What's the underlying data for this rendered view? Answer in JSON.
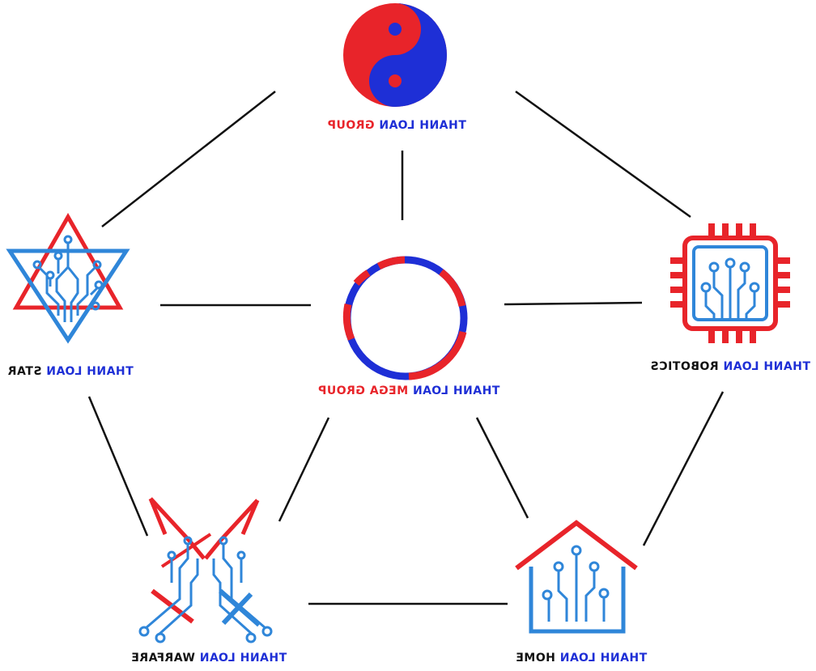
{
  "colors": {
    "red": "#e8242a",
    "blue": "#1e2fd6",
    "light_blue": "#2f86d9",
    "line": "#111111",
    "black_text": "#111111"
  },
  "nodes": {
    "group": {
      "icon": "yin-yang-icon",
      "label": [
        {
          "text": "THANH",
          "color": "blue"
        },
        {
          "text": " LOAN ",
          "color": "blue"
        },
        {
          "text": "GROUP",
          "color": "red"
        }
      ]
    },
    "mega": {
      "icon": "ring-icon",
      "label": [
        {
          "text": "THANH",
          "color": "blue"
        },
        {
          "text": " LOAN ",
          "color": "blue"
        },
        {
          "text": "MEGA GROUP",
          "color": "red"
        }
      ]
    },
    "star": {
      "icon": "circuit-star-icon",
      "label": [
        {
          "text": "THANH",
          "color": "blue"
        },
        {
          "text": " LOAN ",
          "color": "blue"
        },
        {
          "text": "STAR",
          "color": "black_text"
        }
      ]
    },
    "robotics": {
      "icon": "circuit-chip-icon",
      "label": [
        {
          "text": "THANH",
          "color": "blue"
        },
        {
          "text": " LOAN ",
          "color": "blue"
        },
        {
          "text": "ROBOTICS",
          "color": "black_text"
        }
      ]
    },
    "warfare": {
      "icon": "crossed-swords-icon",
      "label": [
        {
          "text": "THANH",
          "color": "blue"
        },
        {
          "text": " LOAN ",
          "color": "blue"
        },
        {
          "text": "WARFARE",
          "color": "black_text"
        }
      ]
    },
    "home": {
      "icon": "circuit-house-icon",
      "label": [
        {
          "text": "THANH",
          "color": "blue"
        },
        {
          "text": " LOAN ",
          "color": "blue"
        },
        {
          "text": "HOME",
          "color": "black_text"
        }
      ]
    }
  },
  "edges": [
    [
      "group",
      "star"
    ],
    [
      "group",
      "robotics"
    ],
    [
      "group",
      "mega"
    ],
    [
      "star",
      "mega"
    ],
    [
      "mega",
      "robotics"
    ],
    [
      "star",
      "warfare"
    ],
    [
      "robotics",
      "home"
    ],
    [
      "mega",
      "warfare"
    ],
    [
      "mega",
      "home"
    ],
    [
      "warfare",
      "home"
    ]
  ]
}
